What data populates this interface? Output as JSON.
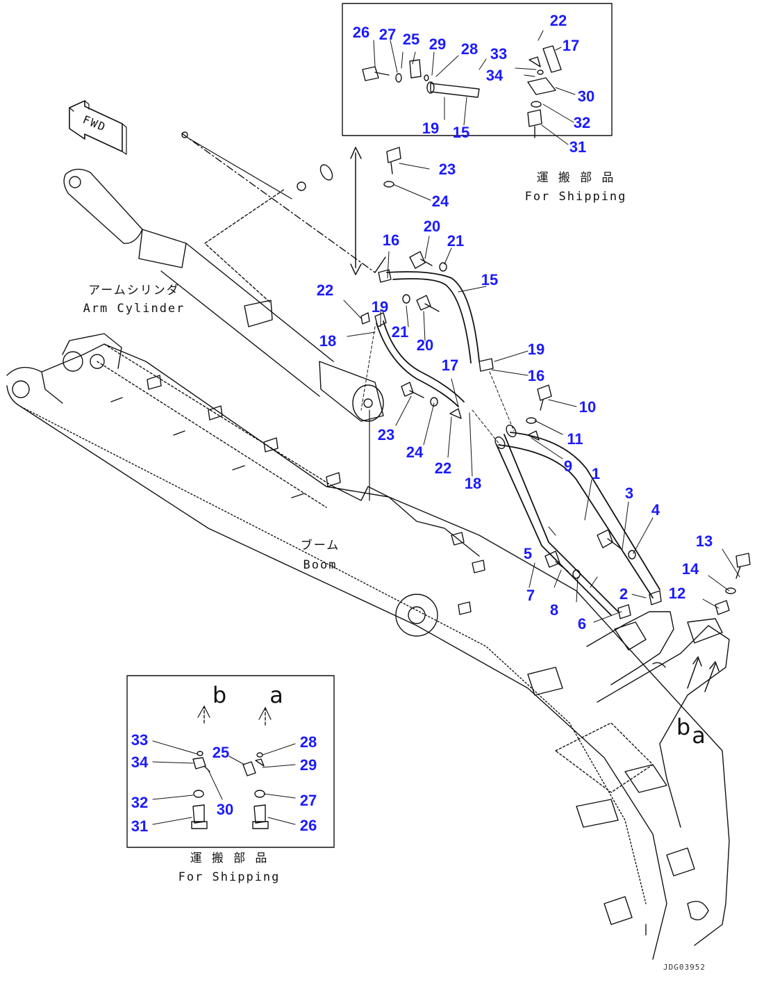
{
  "labels": {
    "arm_cylinder_jp": "アームシリンダ",
    "arm_cylinder_en": "Arm Cylinder",
    "boom_jp": "ブーム",
    "boom_en": "Boom",
    "shipping_jp_top": "運 搬 部 品",
    "shipping_en_top": "For Shipping",
    "shipping_jp_bottom": "運 搬 部 品",
    "shipping_en_bottom": "For Shipping",
    "fwd": "FWD",
    "view_b": "b",
    "view_a": "a",
    "marker_b": "b",
    "marker_a": "a",
    "drawing_code": "JDG03952"
  },
  "callouts": {
    "top_26": "26",
    "top_27": "27",
    "top_25": "25",
    "top_29": "29",
    "top_28": "28",
    "top_22": "22",
    "top_17": "17",
    "top_33": "33",
    "top_34": "34",
    "top_30": "30",
    "top_32": "32",
    "top_31": "31",
    "top_19": "19",
    "top_15": "15",
    "m_23a": "23",
    "m_24a": "24",
    "m_20a": "20",
    "m_21a": "21",
    "m_16a": "16",
    "m_15": "15",
    "m_22a": "22",
    "m_19a": "19",
    "m_21b": "21",
    "m_18a": "18",
    "m_20b": "20",
    "m_19b": "19",
    "m_16b": "16",
    "m_17": "17",
    "m_10": "10",
    "m_11": "11",
    "m_23b": "23",
    "m_24b": "24",
    "m_22b": "22",
    "m_18b": "18",
    "m_9": "9",
    "m_1": "1",
    "m_3": "3",
    "m_4": "4",
    "m_13": "13",
    "m_5": "5",
    "m_14": "14",
    "m_7": "7",
    "m_8": "8",
    "m_2": "2",
    "m_12": "12",
    "m_6": "6",
    "bot_33": "33",
    "bot_25": "25",
    "bot_28": "28",
    "bot_34": "34",
    "bot_29": "29",
    "bot_32": "32",
    "bot_30": "30",
    "bot_27": "27",
    "bot_31": "31",
    "bot_26": "26"
  },
  "colors": {
    "callout": "#1a1aff",
    "linework": "#111111"
  }
}
